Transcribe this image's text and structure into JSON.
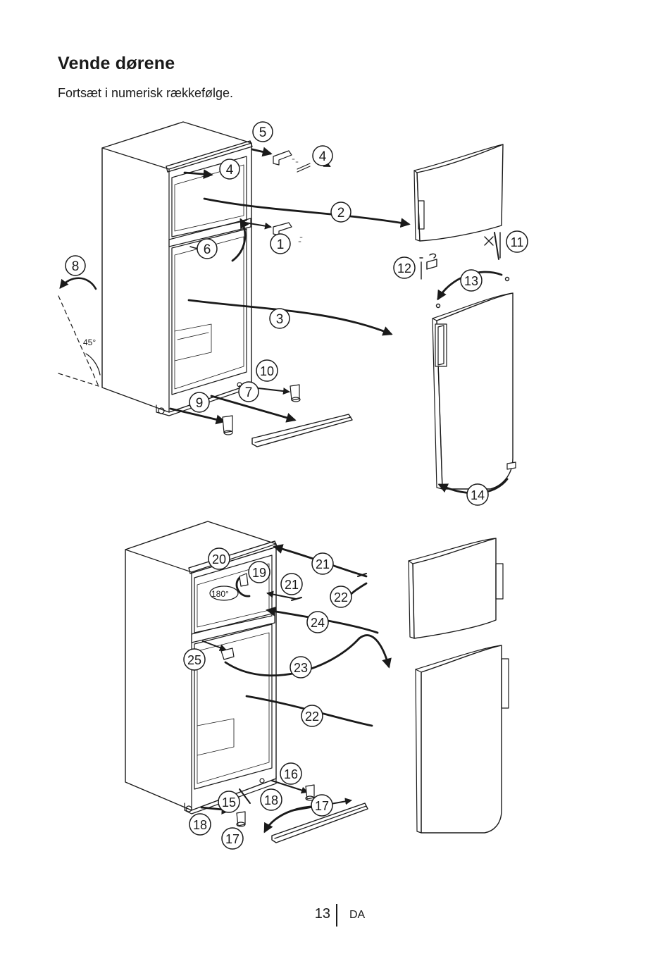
{
  "page": {
    "title": "Vende dørene",
    "subtitle": "Fortsæt i numerisk rækkefølge.",
    "page_number": "13",
    "language": "DA"
  },
  "diagram_top": {
    "angle_label": "45°",
    "steps": [
      "1",
      "2",
      "3",
      "4",
      "4",
      "5",
      "6",
      "7",
      "8",
      "9",
      "10",
      "11",
      "12",
      "13",
      "14"
    ]
  },
  "diagram_bottom": {
    "angle_label": "180°",
    "steps": [
      "15",
      "16",
      "17",
      "17",
      "18",
      "18",
      "19",
      "20",
      "21",
      "21",
      "22",
      "22",
      "23",
      "24",
      "25"
    ]
  }
}
